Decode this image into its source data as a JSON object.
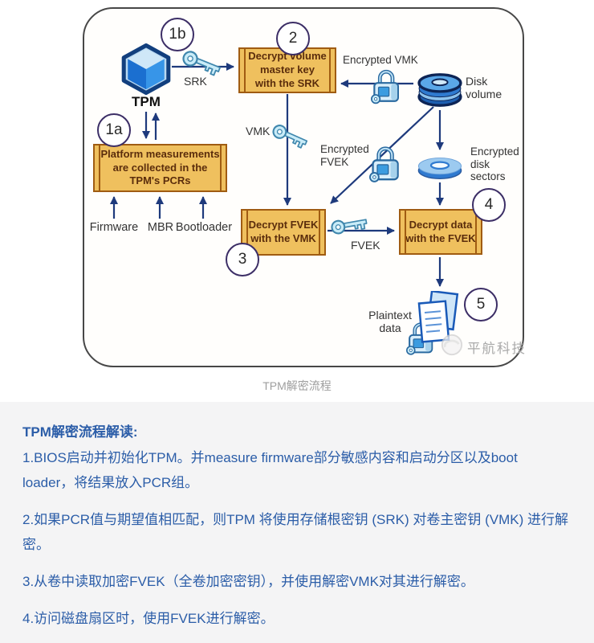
{
  "caption": "TPM解密流程",
  "diagram": {
    "badges": {
      "b1a": "1a",
      "b1b": "1b",
      "b2": "2",
      "b3": "3",
      "b4": "4",
      "b5": "5"
    },
    "boxes": {
      "platform": "Platform measurements\nare collected in the\nTPM's PCRs",
      "decrypt_vmk": "Decrypt volume\nmaster key\nwith the SRK",
      "decrypt_fvek": "Decrypt FVEK\nwith the VMK",
      "decrypt_data": "Decrypt data\nwith the FVEK"
    },
    "labels": {
      "tpm": "TPM",
      "srk": "SRK",
      "vmk": "VMK",
      "fvek": "FVEK",
      "encrypted_vmk": "Encrypted VMK",
      "encrypted_fvek": "Encrypted\nFVEK",
      "disk_volume": "Disk\nvolume",
      "encrypted_sectors": "Encrypted\ndisk\nsectors",
      "plaintext": "Plaintext\ndata",
      "firmware": "Firmware",
      "mbr": "MBR",
      "bootloader": "Bootloader"
    },
    "watermark": "平航科技"
  },
  "notes": {
    "heading": "TPM解密流程解读:",
    "items": [
      "1.BIOS启动并初始化TPM。并measure firmware部分敏感内容和启动分区以及boot loader，将结果放入PCR组。",
      "2.如果PCR值与期望值相匹配，则TPM 将使用存储根密钥 (SRK) 对卷主密钥 (VMK) 进行解密。",
      "3.从卷中读取加密FVEK（全卷加密密钥），并使用解密VMK对其进行解密。",
      "4.访问磁盘扇区时，使用FVEK进行解密。"
    ]
  },
  "colors": {
    "note_text": "#2b5da8",
    "box_fill": "#efc05e",
    "box_border": "#a05c12",
    "arrow": "#1e3a7c",
    "panel_bg": "#f4f4f5",
    "caption_text": "#9e9e9e",
    "cube_blue": "#2d8ae0"
  }
}
